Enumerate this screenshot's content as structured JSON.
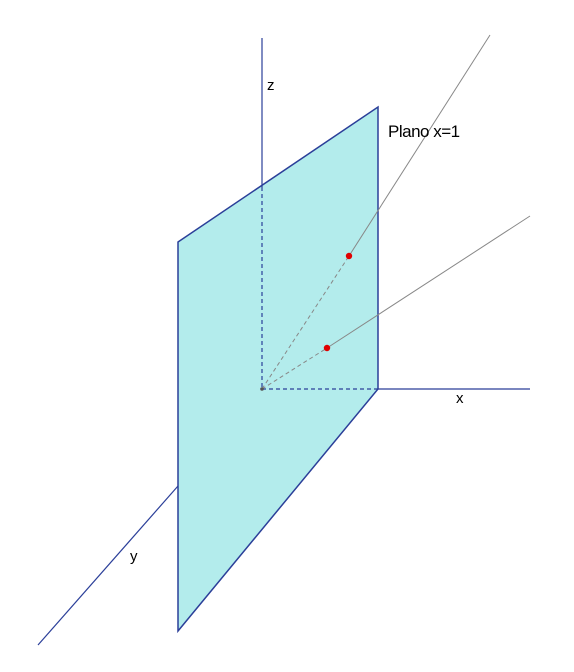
{
  "labels": {
    "z": "z",
    "x": "x",
    "y": "y",
    "plane": "Plano x=1"
  },
  "colors": {
    "background": "#ffffff",
    "plane_fill": "#b3ecec",
    "plane_edge": "#2b3f99",
    "axis": "#2b3f99",
    "ray": "#888888",
    "point": "#e00000"
  }
}
